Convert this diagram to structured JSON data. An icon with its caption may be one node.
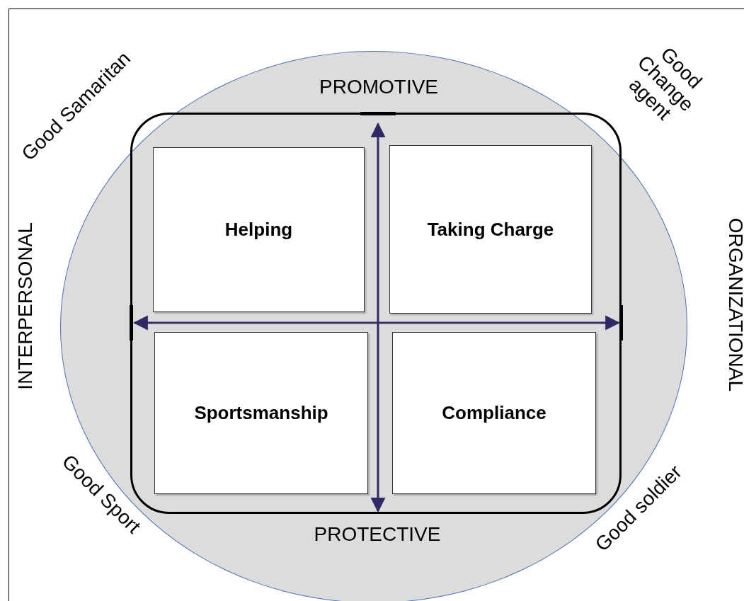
{
  "diagram": {
    "nodes": [
      {
        "text": [],
        "shape": "circle"
      },
      {
        "text": [],
        "shape": "box",
        "in": 0
      },
      {
        "text": [
          "Helping"
        ],
        "in": 1
      },
      {
        "text": [
          "Taking Charge"
        ],
        "in": 1
      },
      {
        "text": [
          "Sportsmanship"
        ],
        "in": 1
      },
      {
        "text": [
          "Compliance"
        ],
        "in": 1
      }
    ],
    "labels": [
      "Good Samaritan",
      "PROMOTIVE",
      "Good Change agent",
      "INTERPERSONAL",
      "ORGANIZATIONAL",
      "Good Sport",
      "PROTECTIVE",
      "Good soldier"
    ]
  }
}
